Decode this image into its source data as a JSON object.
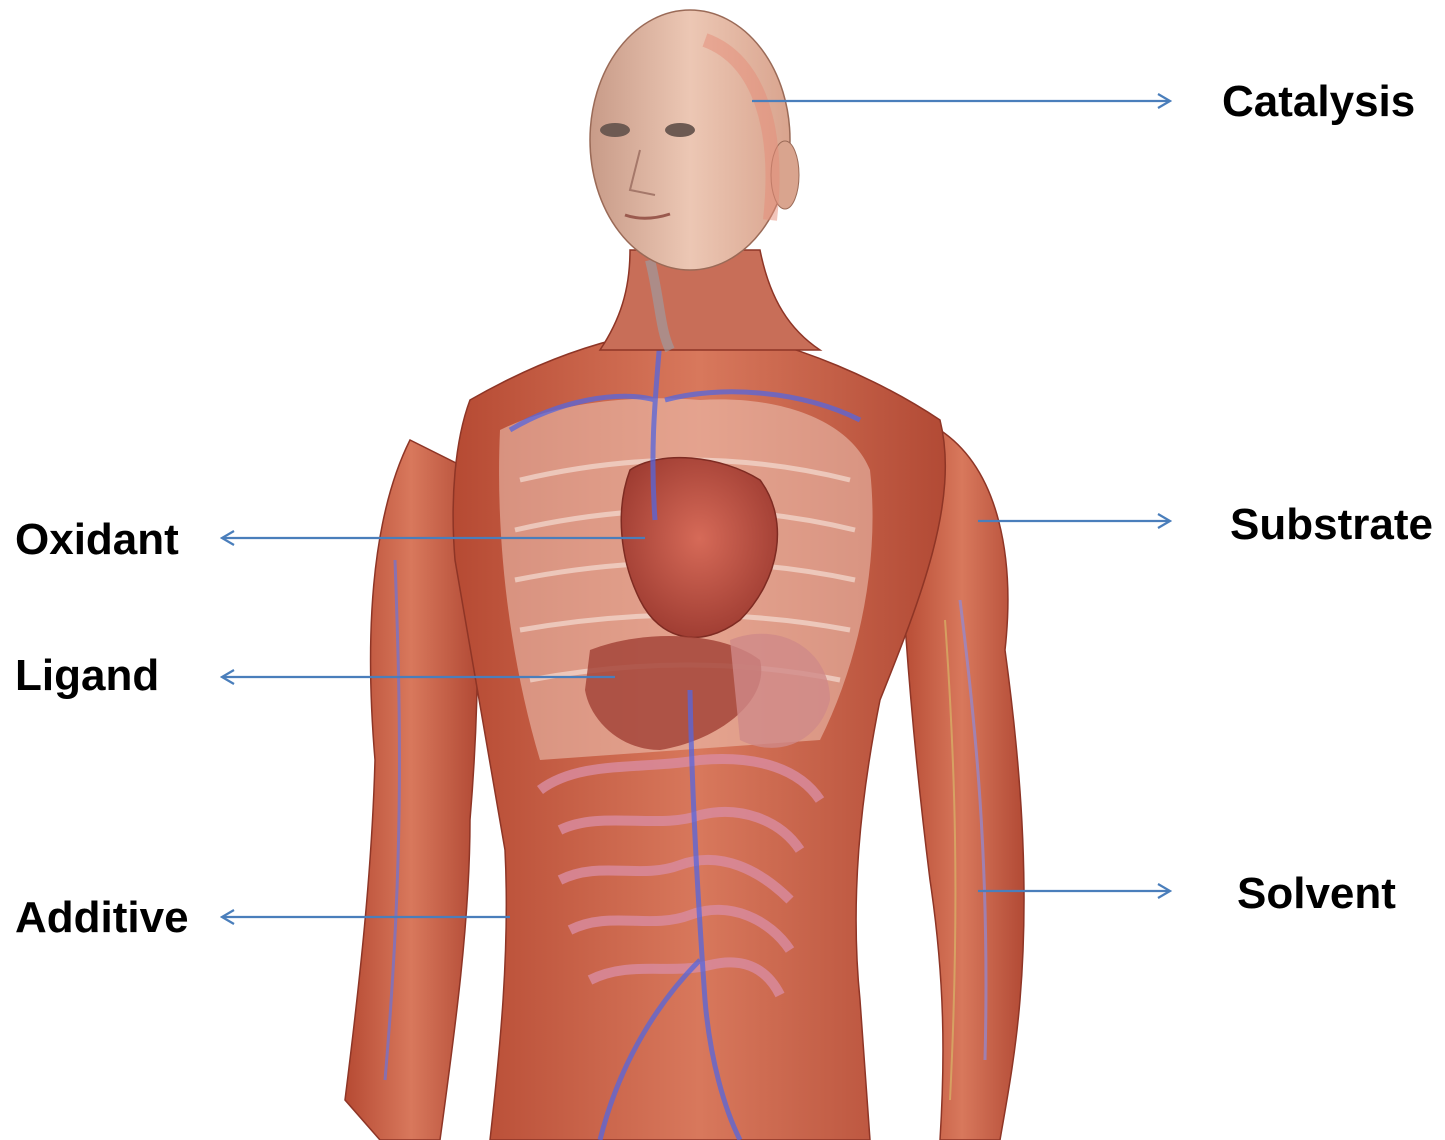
{
  "diagram": {
    "figure": "human anatomy torso with muscles, veins and organs",
    "labels": {
      "catalysis": "Catalysis",
      "substrate": "Substrate",
      "solvent": "Solvent",
      "oxidant": "Oxidant",
      "ligand": "Ligand",
      "additive": "Additive"
    },
    "colors": {
      "arrow": "#4a7ebb",
      "text": "#000000",
      "muscle": "#c65a3e",
      "skin": "#e9b9a3",
      "vein": "#5566dd",
      "organ": "#b54a40"
    }
  }
}
